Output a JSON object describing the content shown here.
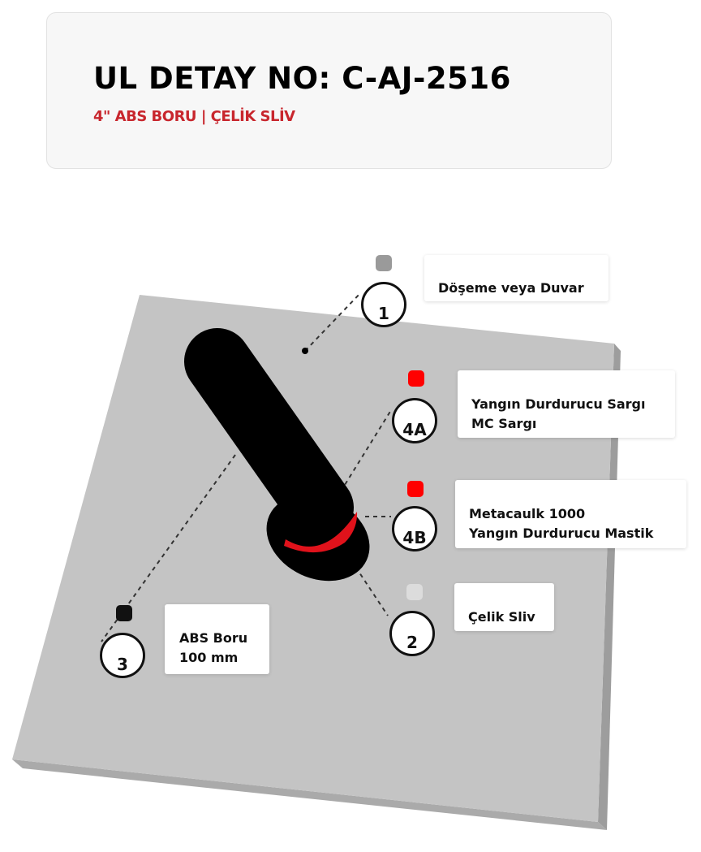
{
  "header": {
    "title": "UL DETAY NO: C-AJ-2516",
    "subtitle": "4\" ABS BORU | ÇELİK SLİV"
  },
  "callouts": [
    {
      "number": "1",
      "label_lines": [
        "Döşeme veya Duvar"
      ],
      "color": "#9a9a9a"
    },
    {
      "number": "4A",
      "label_lines": [
        "Yangın Durdurucu Sargı",
        "MC Sargı"
      ],
      "color": "#ff0000"
    },
    {
      "number": "4B",
      "label_lines": [
        "Metacaulk 1000",
        "Yangın Durdurucu Mastik"
      ],
      "color": "#ff0000"
    },
    {
      "number": "2",
      "label_lines": [
        "Çelik Sliv"
      ],
      "color": "#dcdcdc"
    },
    {
      "number": "3",
      "label_lines": [
        "ABS Boru",
        "100 mm"
      ],
      "color": "#111111"
    }
  ],
  "colors": {
    "slab": "#c4c4c4",
    "slab_side": "#9d9d9d",
    "pipe": "#000000",
    "wrap": "#e0121b"
  }
}
